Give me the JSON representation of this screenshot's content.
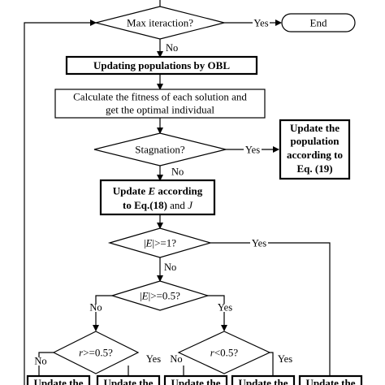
{
  "nodes": {
    "max_iteration": "Max iteraction?",
    "end": "End",
    "updating_obl": "Updating populations by OBL",
    "calc_fitness_line1": "Calculate the fitness of each solution and",
    "calc_fitness_line2": "get the optimal individual",
    "stagnation": "Stagnation?",
    "update_pop_eq19_line1": "Update the",
    "update_pop_eq19_line2": "population",
    "update_pop_eq19_line3": "according to",
    "update_pop_eq19_line4": "Eq. (19)",
    "update_e_line1_a": "Update ",
    "update_e_line1_var": "E",
    "update_e_line1_b": " according",
    "update_e_line2_a": "to Eq.(18)",
    "update_e_line2_b": " and ",
    "update_e_line2_var": "J",
    "abs_e_ge1_a": "|",
    "abs_e_ge1_var": "E",
    "abs_e_ge1_b": "|>=1?",
    "abs_e_ge05_a": "|",
    "abs_e_ge05_var": "E",
    "abs_e_ge05_b": "|>=0.5?",
    "r_ge05_var": "r",
    "r_ge05_b": ">=0.5?",
    "r_lt05_var": "r",
    "r_lt05_b": "<0.5?",
    "bottom_box_label": "Update the"
  },
  "edge_labels": {
    "yes": "Yes",
    "no": "No"
  }
}
